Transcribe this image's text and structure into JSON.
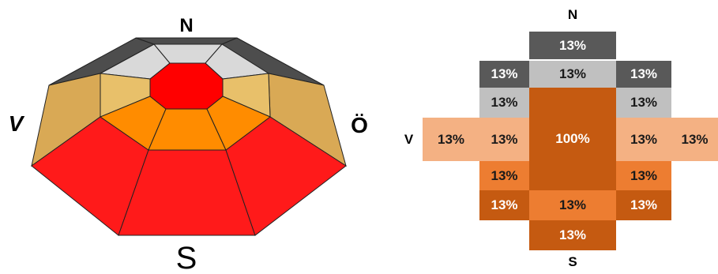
{
  "dome": {
    "labels": {
      "north": "N",
      "south": "S",
      "west": "V",
      "east": "Ö"
    },
    "colors": {
      "top_cap": "#ff0000",
      "upper_ring_back": "#d9d9d9",
      "upper_ring_side": "#e8c06a",
      "upper_ring_front": "#ff8c00",
      "outer_ring_back": "#4d4d4d",
      "outer_ring_side": "#d9a955",
      "outer_ring_front": "#ff1a1a"
    }
  },
  "grid": {
    "labels": {
      "north": "N",
      "south": "S",
      "west": "V"
    },
    "center": "100%",
    "cells": {
      "n_top": "13%",
      "n_row_left": "13%",
      "n_row_center": "13%",
      "n_row_right": "13%",
      "mid_upper_left": "13%",
      "mid_upper_right": "13%",
      "w_outer": "13%",
      "w_inner": "13%",
      "e_inner": "13%",
      "e_outer": "13%",
      "mid_lower_left": "13%",
      "mid_lower_right": "13%",
      "s_row_left": "13%",
      "s_row_center": "13%",
      "s_row_right": "13%",
      "s_bottom": "13%"
    },
    "colors": {
      "dark_gray": "#595959",
      "light_gray": "#c0c0c0",
      "peach": "#f4b183",
      "orange": "#ed7d31",
      "burnt": "#c55a11"
    }
  }
}
